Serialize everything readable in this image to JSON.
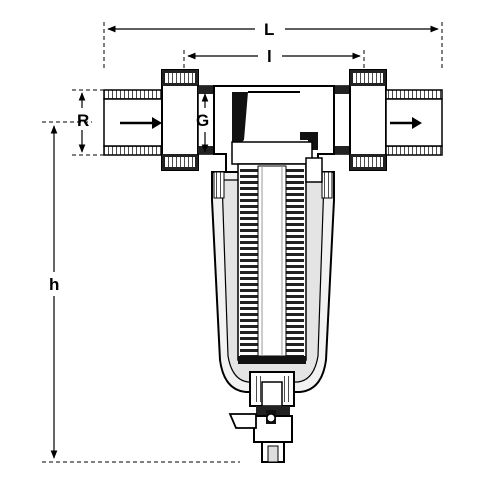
{
  "diagram": {
    "dimensions": {
      "overall_length": "L",
      "connection_length": "l",
      "thread_r": "R",
      "thread_g": "G",
      "height": "h"
    },
    "flow": {
      "inlet_arrow": "flow-inlet-arrow",
      "outlet_arrow": "flow-outlet-arrow"
    }
  }
}
